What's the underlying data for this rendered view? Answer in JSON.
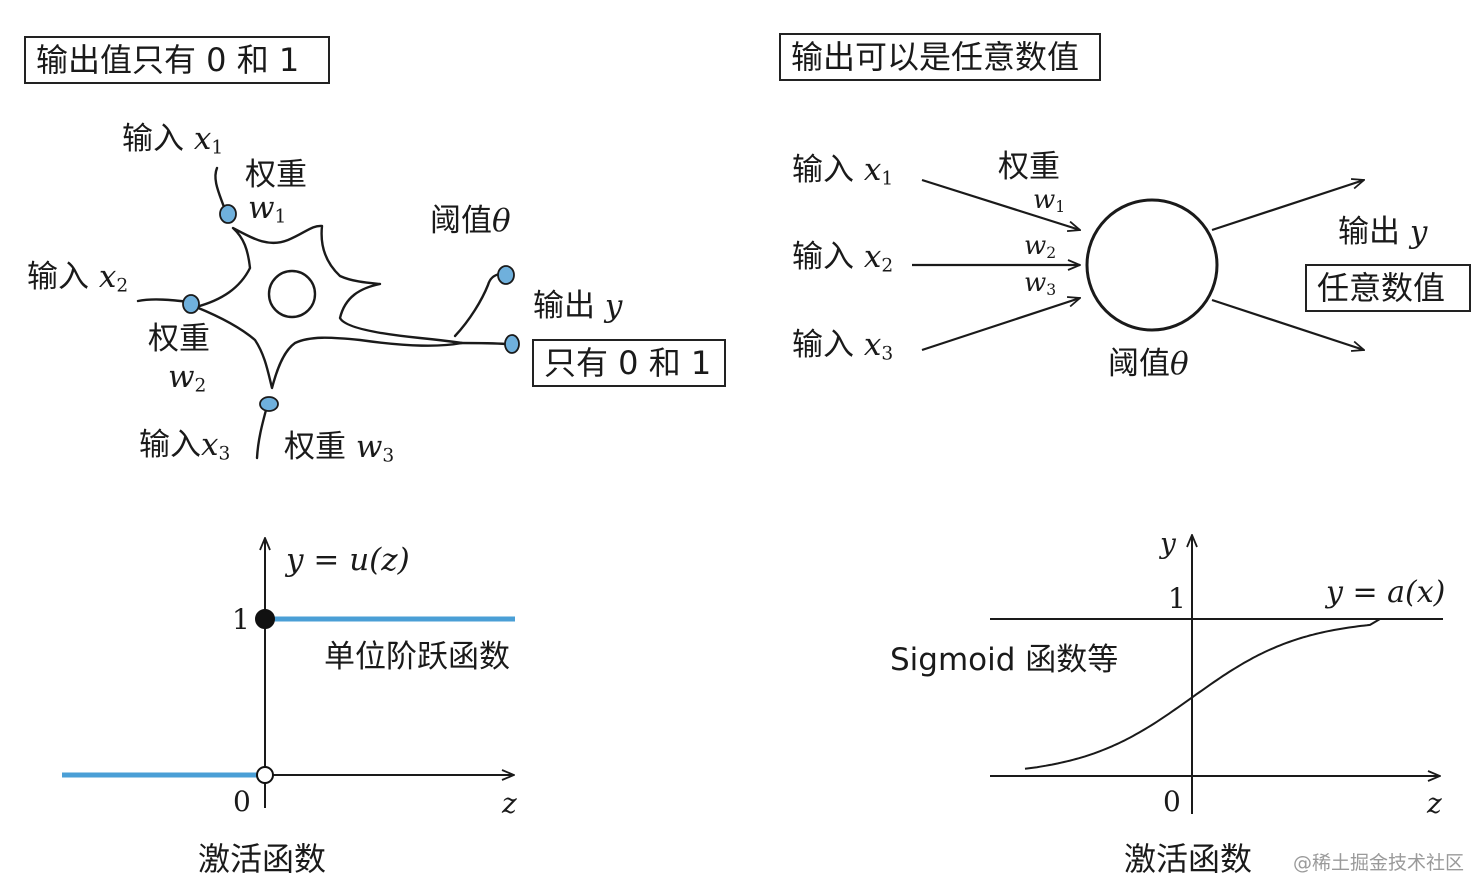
{
  "left": {
    "title": "输出值只有 0 和 1",
    "neuron": {
      "in1": "输入",
      "x1": "x",
      "x1_sub": "1",
      "w_label_1": "权重",
      "w1": "w",
      "w1_sub": "1",
      "in2": "输入",
      "x2": "x",
      "x2_sub": "2",
      "w_label_2": "权重",
      "w2": "w",
      "w2_sub": "2",
      "in3": "输入",
      "x3": "x",
      "x3_sub": "3",
      "w_label_3": "权重",
      "w3": "w",
      "w3_sub": "3",
      "threshold": "阈值",
      "theta": "θ",
      "output": "输出",
      "y": "y",
      "output_box": "只有 0 和 1"
    },
    "graph": {
      "formula": "y = u(z)",
      "tick_one": "1",
      "tick_zero": "0",
      "axis_z": "z",
      "func_name": "单位阶跃函数",
      "caption": "激活函数",
      "step_color": "#4a9fd6"
    }
  },
  "right": {
    "title": "输出可以是任意数值",
    "neuron": {
      "in1": "输入",
      "x1": "x",
      "x1_sub": "1",
      "in2": "输入",
      "x2": "x",
      "x2_sub": "2",
      "in3": "输入",
      "x3": "x",
      "x3_sub": "3",
      "weight_label": "权重",
      "w1": "w",
      "w1_sub": "1",
      "w2": "w",
      "w2_sub": "2",
      "w3": "w",
      "w3_sub": "3",
      "threshold": "阈值",
      "theta": "θ",
      "output": "输出",
      "y": "y",
      "output_box": "任意数值"
    },
    "graph": {
      "axis_y": "y",
      "tick_one": "1",
      "tick_zero": "0",
      "axis_z": "z",
      "formula": "y = a(x)",
      "func_name": "Sigmoid 函数等",
      "caption": "激活函数"
    }
  },
  "watermark": "@稀土掘金技术社区",
  "colors": {
    "synapse": "#6fb0dc",
    "line": "#1a1a1a"
  }
}
